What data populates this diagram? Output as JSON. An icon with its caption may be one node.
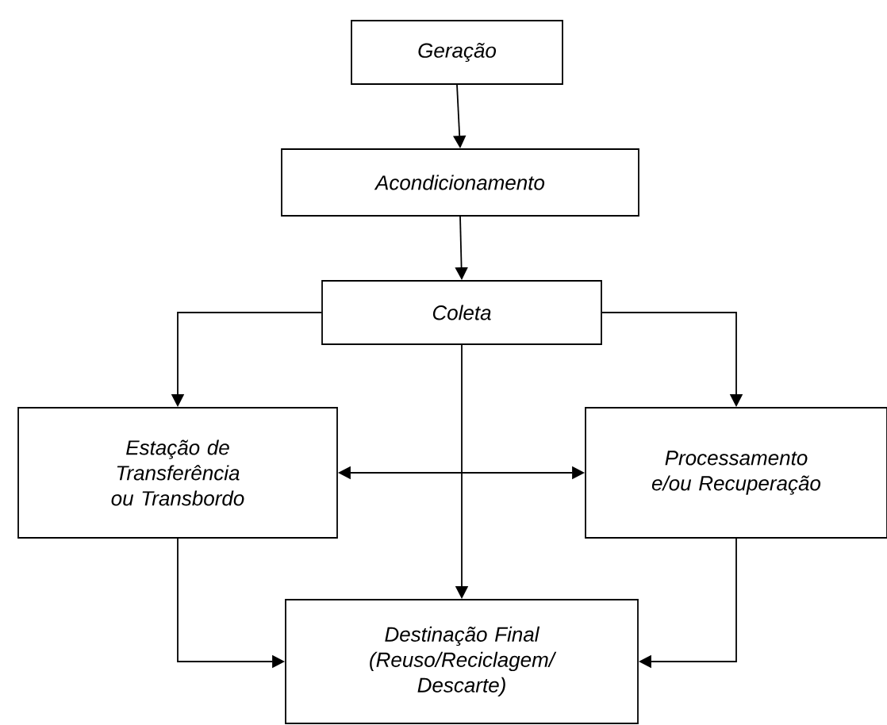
{
  "diagram": {
    "nodes": [
      {
        "text": [
          "Geração"
        ]
      },
      {
        "text": [
          "Acondicionamento"
        ]
      },
      {
        "text": [
          "Coleta"
        ]
      },
      {
        "text": [
          "Estação de Transferência ou Transbordo"
        ]
      },
      {
        "text": [
          "Processamento e/ou Recuperação"
        ]
      },
      {
        "text": [
          "Destinação Final (Reuso/Reciclagem/ Descarte)"
        ]
      }
    ],
    "edges": [
      {
        "from": 0,
        "to": 1,
        "arrow": "to"
      },
      {
        "from": 1,
        "to": 2,
        "arrow": "to"
      },
      {
        "from": 2,
        "to": 3,
        "arrow": "to"
      },
      {
        "from": 2,
        "to": 4,
        "arrow": "to"
      },
      {
        "from": 3,
        "to": 4,
        "arrow": "both"
      },
      {
        "from": 2,
        "to": 5,
        "arrow": "to"
      },
      {
        "from": 3,
        "to": 5,
        "arrow": "to"
      },
      {
        "from": 4,
        "to": 5,
        "arrow": "to"
      }
    ]
  }
}
